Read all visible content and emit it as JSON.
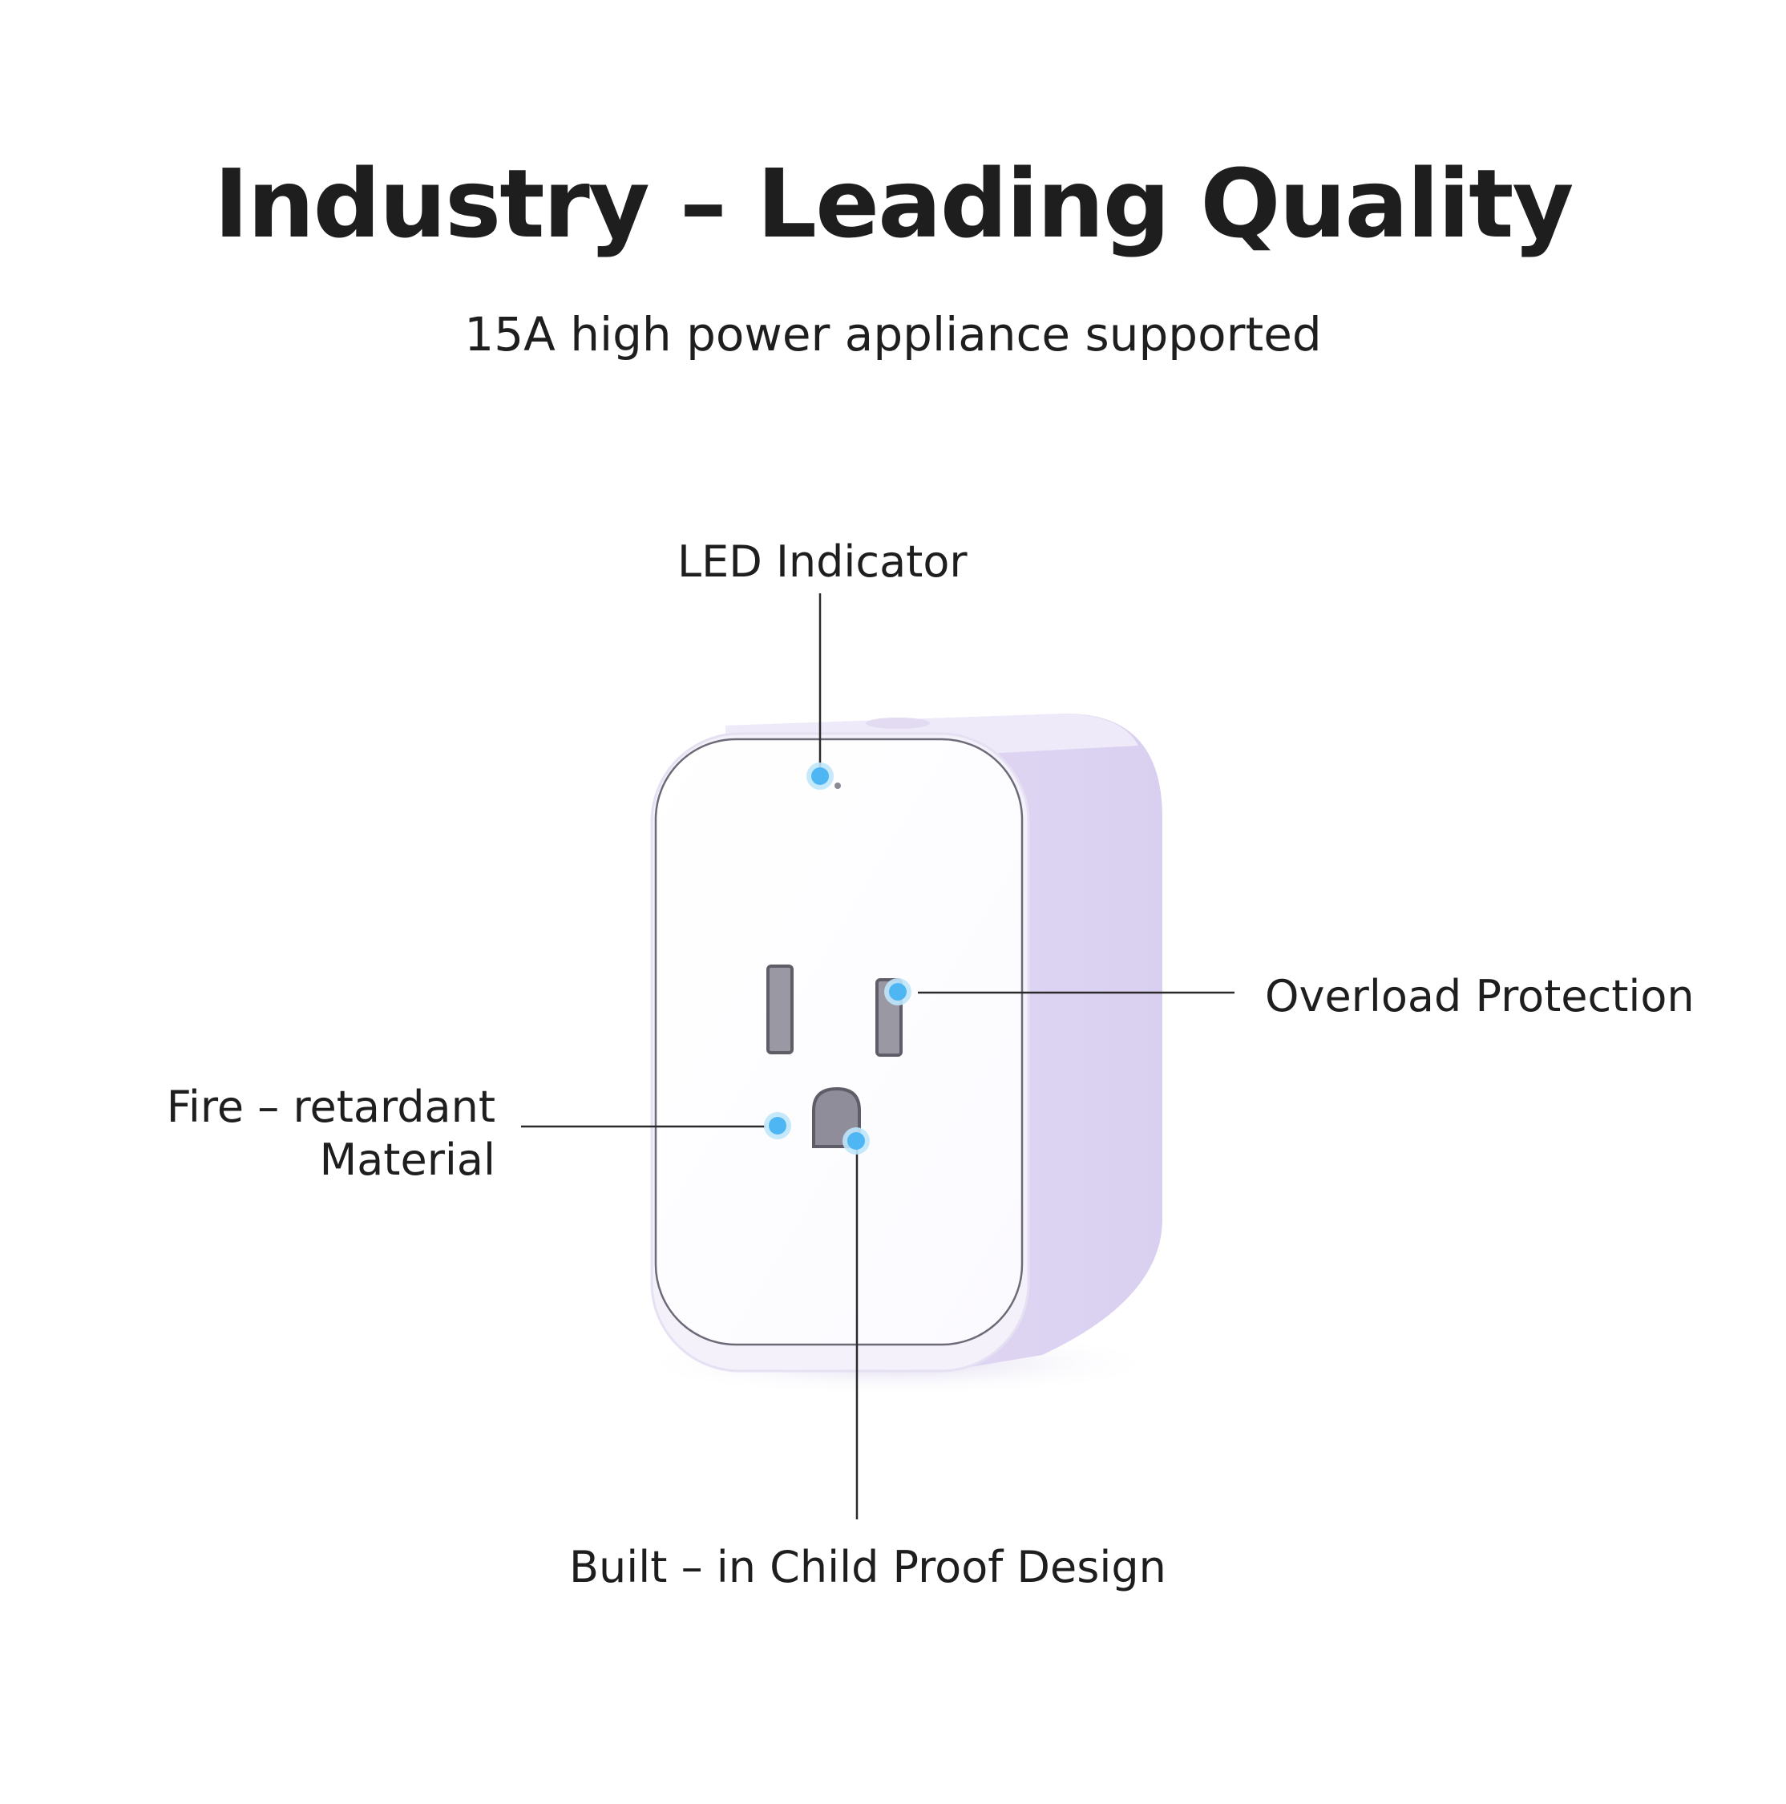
{
  "heading": {
    "title": "Industry – Leading Quality",
    "subtitle": "15A high power appliance supported"
  },
  "callouts": {
    "led": "LED Indicator",
    "overload": "Overload Protection",
    "fire_line1": "Fire – retardant",
    "fire_line2": "Material",
    "child": "Built – in Child Proof Design"
  },
  "colors": {
    "accent_dot": "#4fb6f4",
    "text": "#1e1e1e",
    "plug_body": "#ece6f8"
  }
}
